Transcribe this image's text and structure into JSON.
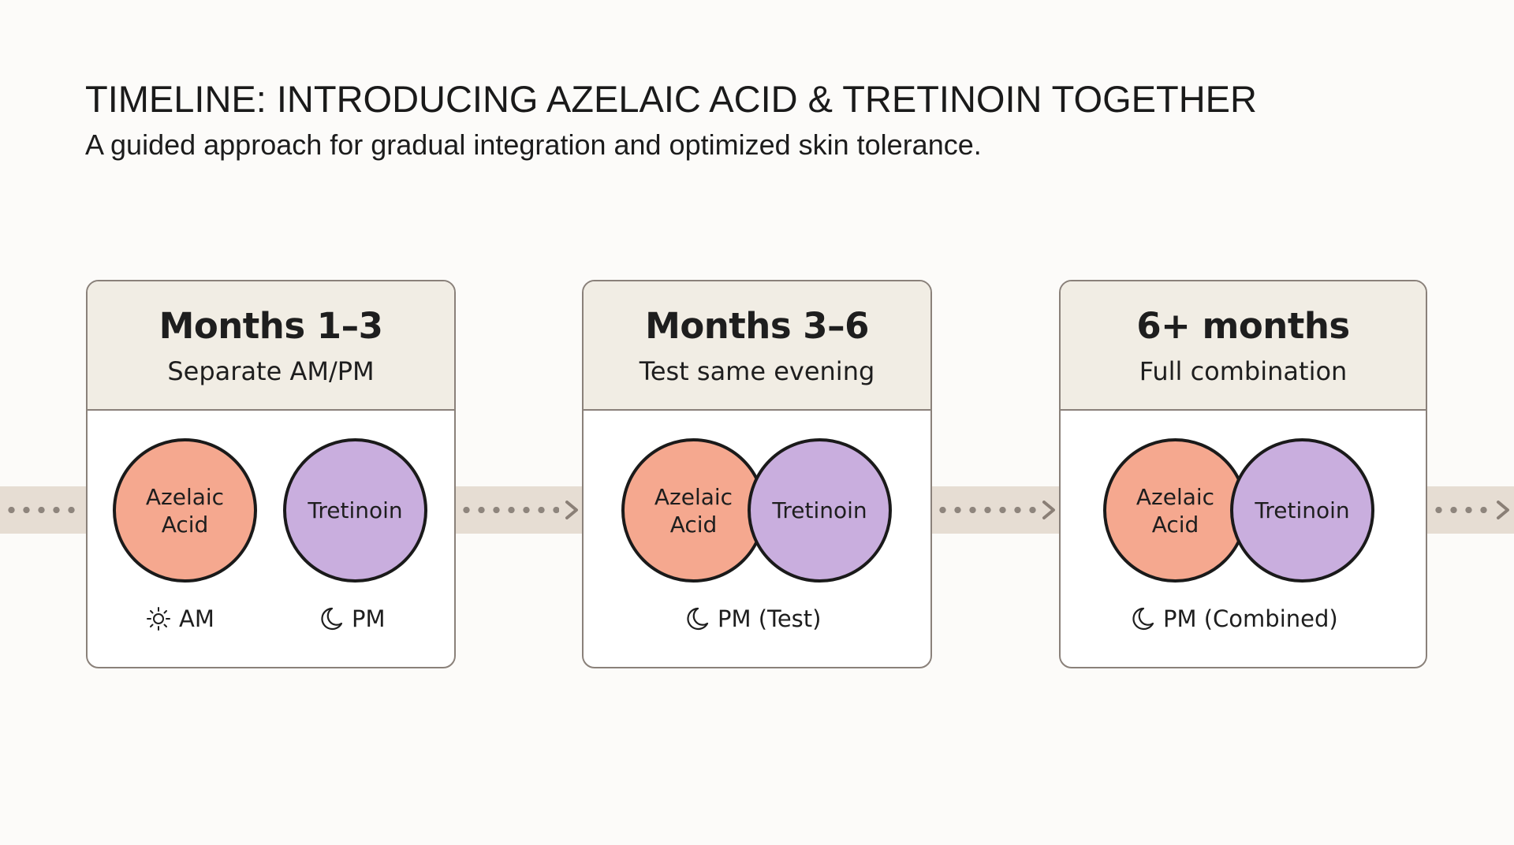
{
  "header": {
    "title": "TIMELINE: INTRODUCING AZELAIC ACID & TRETINOIN TOGETHER",
    "subtitle": "A guided approach for gradual integration and optimized skin tolerance."
  },
  "colors": {
    "background": "#FCFBF9",
    "card_header": "#F1EDE4",
    "card_border": "#8A817A",
    "band": "#E6DDD3",
    "dots": "#8E857D",
    "azelaic_acid": "#F5A88F",
    "tretinoin": "#C9AEDE"
  },
  "phases": [
    {
      "title": "Months 1–3",
      "subtitle": "Separate AM/PM",
      "circles": [
        {
          "label_line1": "Azelaic",
          "label_line2": "Acid"
        },
        {
          "label_line1": "Tretinoin"
        }
      ],
      "captions": [
        {
          "icon": "sun-icon",
          "text": "AM"
        },
        {
          "icon": "moon-icon",
          "text": "PM"
        }
      ]
    },
    {
      "title": "Months 3–6",
      "subtitle": "Test same evening",
      "circles": [
        {
          "label_line1": "Azelaic",
          "label_line2": "Acid"
        },
        {
          "label_line1": "Tretinoin"
        }
      ],
      "captions": [
        {
          "icon": "moon-icon",
          "text": "PM (Test)"
        }
      ]
    },
    {
      "title": "6+ months",
      "subtitle": "Full combination",
      "circles": [
        {
          "label_line1": "Azelaic",
          "label_line2": "Acid"
        },
        {
          "label_line1": "Tretinoin"
        }
      ],
      "captions": [
        {
          "icon": "moon-icon",
          "text": "PM (Combined)"
        }
      ]
    }
  ]
}
